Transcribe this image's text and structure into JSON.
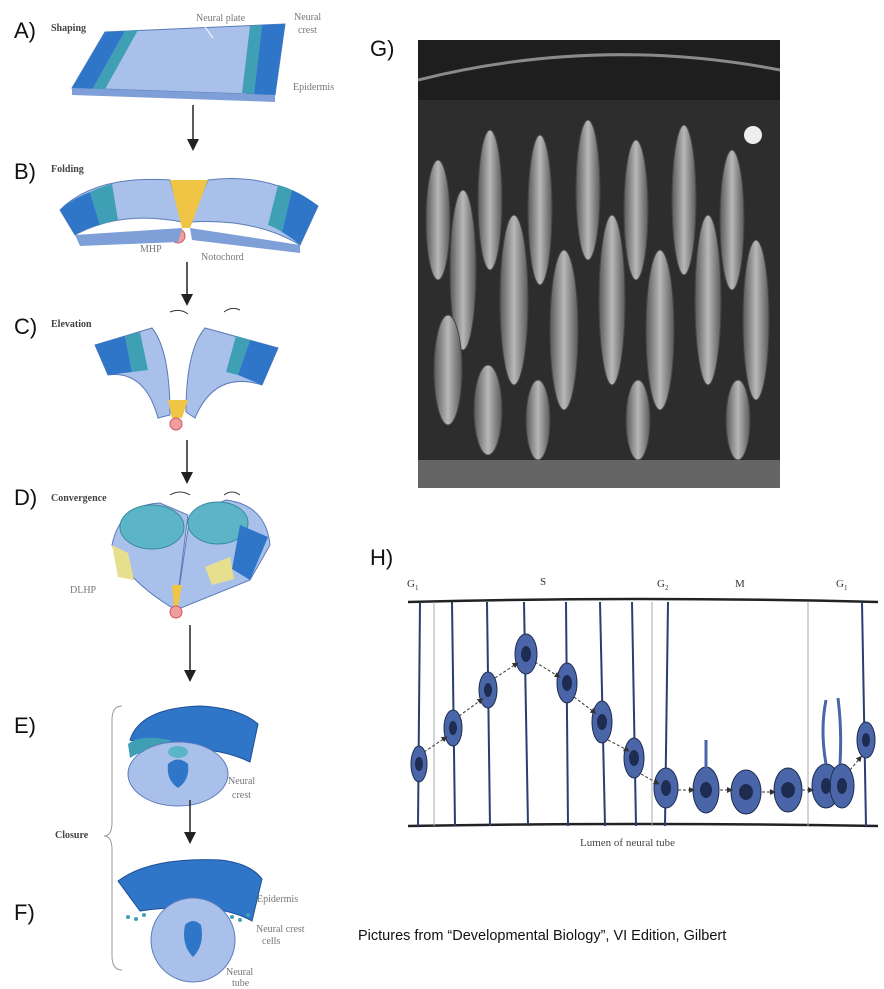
{
  "left_panels": {
    "a": {
      "letter": "A)",
      "title": "Shaping",
      "labels": {
        "neural_plate": "Neural plate",
        "neural_crest_1": "Neural",
        "neural_crest_2": "crest",
        "epidermis": "Epidermis"
      }
    },
    "b": {
      "letter": "B)",
      "title": "Folding",
      "labels": {
        "mhp": "MHP",
        "notochord": "Notochord"
      }
    },
    "c": {
      "letter": "C)",
      "title": "Elevation"
    },
    "d": {
      "letter": "D)",
      "title": "Convergence",
      "labels": {
        "dlhp": "DLHP"
      }
    },
    "e": {
      "letter": "E)",
      "labels": {
        "neural_crest_1": "Neural",
        "neural_crest_2": "crest"
      }
    },
    "f": {
      "letter": "F)",
      "labels": {
        "epidermis": "Epidermis",
        "ncc_1": "Neural crest",
        "ncc_2": "cells",
        "nt_1": "Neural",
        "nt_2": "tube"
      }
    },
    "closure": "Closure"
  },
  "panel_g": {
    "letter": "G)"
  },
  "panel_h": {
    "letter": "H)",
    "phases": [
      "G",
      "S",
      "G",
      "M",
      "G"
    ],
    "phase_subscripts": [
      "1",
      "",
      "2",
      "",
      "1"
    ],
    "lumen_label": "Lumen of neural tube"
  },
  "credit": "Pictures from “Developmental Biology”, VI Edition, Gilbert",
  "colors": {
    "plate": "#a9c1ea",
    "plate_dark": "#7e9fd8",
    "crest": "#3f9fb4",
    "epidermis": "#2f76c9",
    "notochord": "#ef9d9d",
    "hinge": "#f0c445",
    "dlhp": "#e6e08e",
    "cell": "#4a66a8",
    "nucleus": "#1e2c52"
  }
}
